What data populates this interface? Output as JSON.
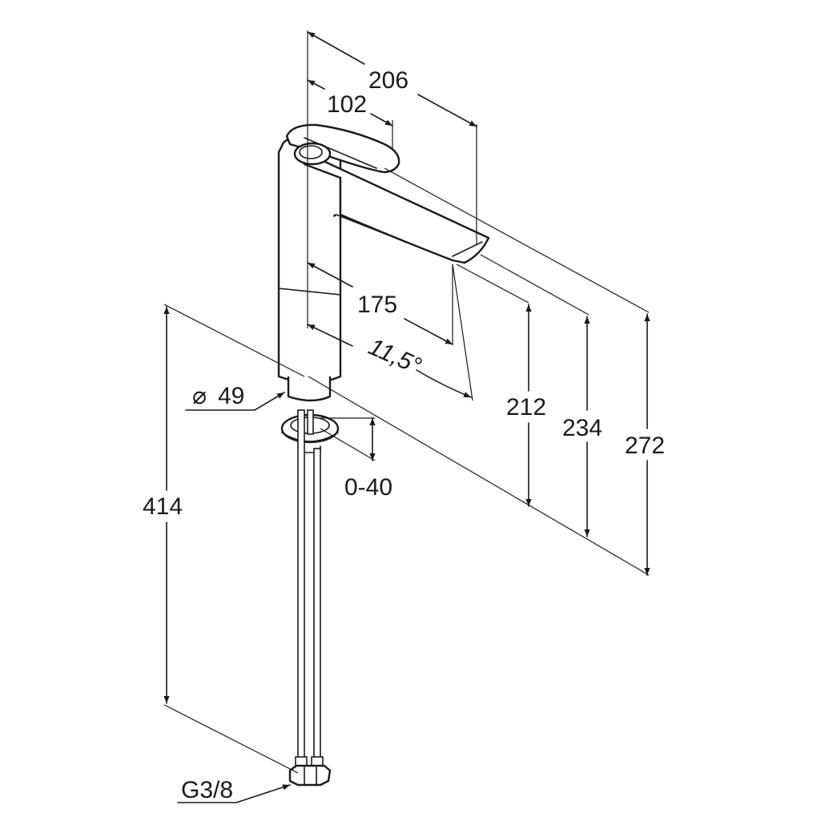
{
  "dimensions": {
    "width_overall": "206",
    "width_lever": "102",
    "spout_reach": "175",
    "spout_angle": "11,5°",
    "diameter": "49",
    "height_spout": "212",
    "height_mid": "234",
    "height_total": "272",
    "hose_length": "414",
    "deck_thickness": "0-40",
    "connection": "G3/8"
  },
  "symbols": {
    "diameter": "⌀"
  }
}
